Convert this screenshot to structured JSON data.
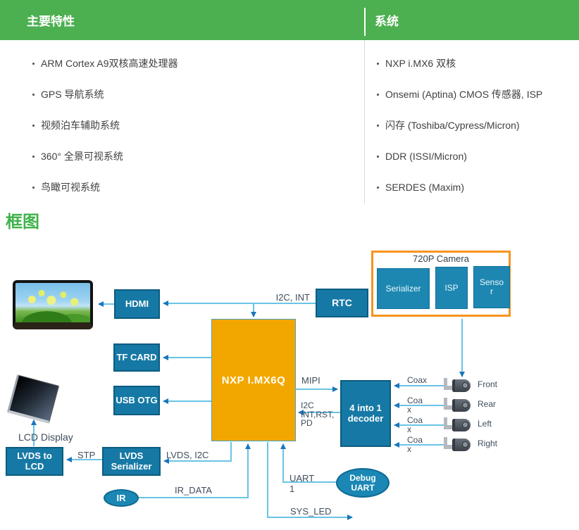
{
  "table": {
    "headers": [
      {
        "label": "主要特性"
      },
      {
        "label": "系统"
      }
    ],
    "left_items": [
      "ARM Cortex A9双核高速处理器",
      "GPS 导航系统",
      "视频泊车辅助系统",
      "360° 全景可视系统",
      "鸟瞰可视系统"
    ],
    "right_items": [
      "NXP i.MX6 双核",
      "Onsemi (Aptina) CMOS 传感器, ISP",
      "闪存 (Toshiba/Cypress/Micron)",
      "DDR (ISSI/Micron)",
      "SERDES (Maxim)"
    ]
  },
  "section_title": "框图",
  "diagram": {
    "camera_group_title": "720P Camera",
    "blocks": {
      "hdmi": "HDMI",
      "rtc": "RTC",
      "tf_card": "TF CARD",
      "usb_otg": "USB OTG",
      "nxp": "NXP I.MX6Q",
      "decoder": "4 into 1 decoder",
      "lvds_to_lcd": "LVDS to LCD",
      "lvds_serializer": "LVDS Serializer",
      "ir": "IR",
      "debug_uart": "Debug UART",
      "serializer": "Serializer",
      "isp": "ISP",
      "sensor": "Sensor"
    },
    "labels": {
      "i2c_int": "I2C, INT",
      "mipi": "MIPI",
      "i2c_int_rst_pd": "I2C INT,RST, PD",
      "stp": "STP",
      "lvds_i2c": "LVDS, I2C",
      "ir_data": "IR_DATA",
      "uart1": "UART 1",
      "sys_led": "SYS_LED",
      "lcd_display": "LCD Display"
    },
    "cameras": [
      {
        "cable": "Coax",
        "name": "Front"
      },
      {
        "cable": "Coax",
        "name": "Rear"
      },
      {
        "cable": "Coax",
        "name": "Left"
      },
      {
        "cable": "Coax",
        "name": "Right"
      }
    ]
  },
  "colors": {
    "header_green": "#4caf50",
    "title_green": "#3fb24a",
    "box_teal": "#1679a5",
    "box_border": "#0d5b80",
    "nxp_orange": "#f2a700",
    "camera_frame_orange": "#f7941e",
    "wire_blue": "#69c4e6",
    "arrow_blue": "#1b75bc",
    "label_dark": "#3f4d5c"
  }
}
